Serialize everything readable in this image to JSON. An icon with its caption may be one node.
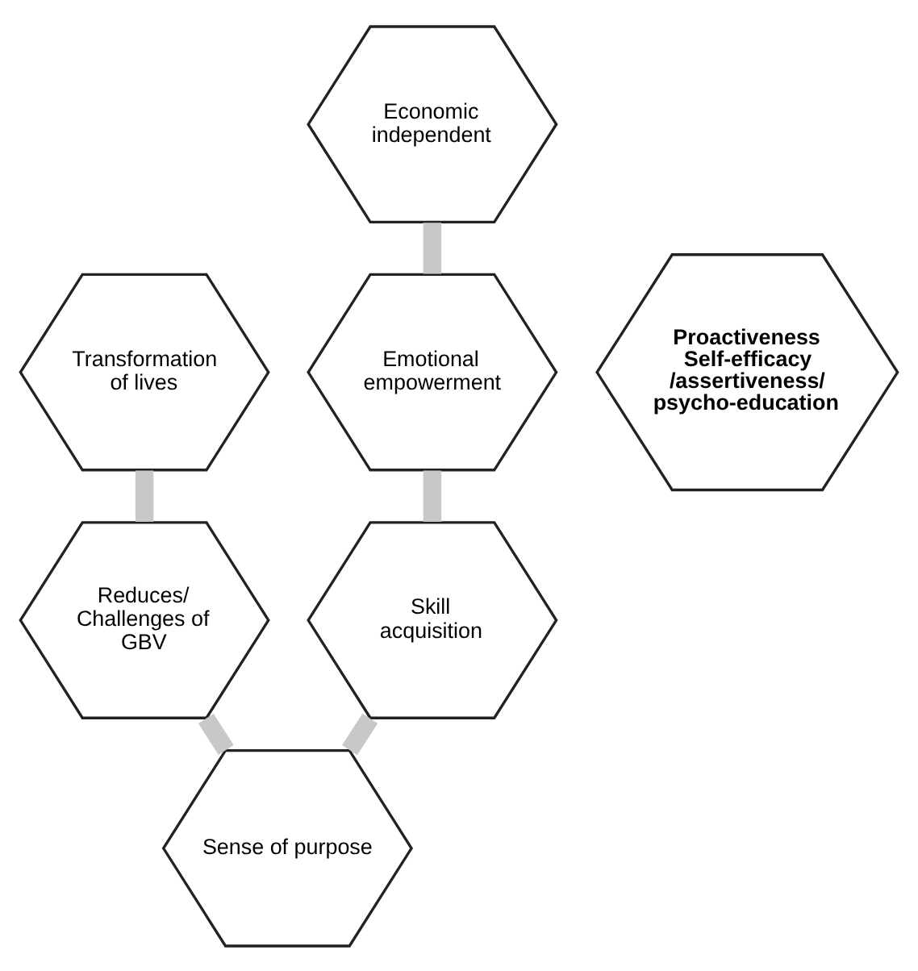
{
  "diagram": {
    "nodes": [
      {
        "text": [
          "Economic independent"
        ]
      },
      {
        "text": [
          "Transformation of lives"
        ]
      },
      {
        "text": [
          "Proactiveness",
          "Self-efficacy /assertiveness/ psycho-education"
        ]
      },
      {
        "text": [
          "Emotional empowerment"
        ]
      },
      {
        "text": [
          "Reduces/ Challenges of GBV"
        ]
      },
      {
        "text": [
          "Skill acquisition"
        ]
      },
      {
        "text": [
          "Sense of purpose"
        ]
      }
    ],
    "edges": [
      {
        "from": 0,
        "to": 3,
        "arrow": "none"
      },
      {
        "from": 3,
        "to": 5,
        "arrow": "none"
      },
      {
        "from": 5,
        "to": 6,
        "arrow": "none"
      },
      {
        "from": 4,
        "to": 6,
        "arrow": "none"
      },
      {
        "from": 1,
        "to": 4,
        "arrow": "none"
      }
    ]
  }
}
